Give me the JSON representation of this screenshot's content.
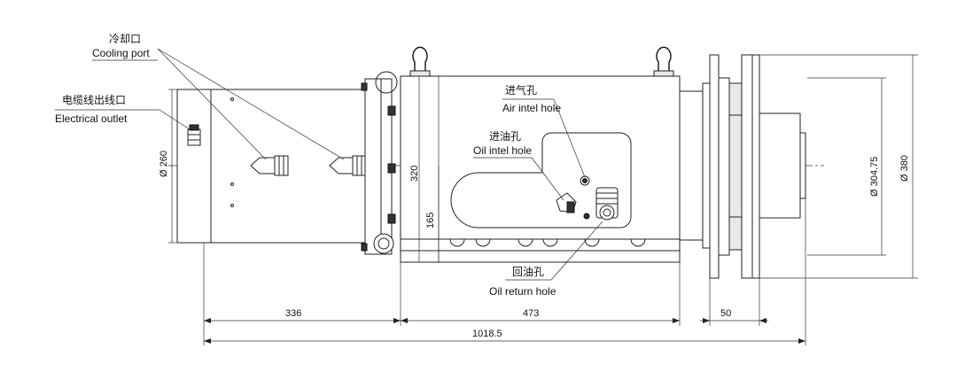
{
  "callouts": {
    "cooling_port_cn": "冷却口",
    "cooling_port_en": "Cooling port",
    "electrical_outlet_cn": "电缆线出线口",
    "electrical_outlet_en": "Electrical outlet",
    "air_inlet_cn": "进气孔",
    "air_inlet_en": "Air intel hole",
    "oil_inlet_cn": "进油孔",
    "oil_inlet_en": "Oil intel hole",
    "oil_return_cn": "回油孔",
    "oil_return_en": "Oil return hole"
  },
  "dimensions": {
    "dia_260": "Ø 260",
    "h_320": "320",
    "h_165": "165",
    "dia_304": "Ø 304.75",
    "dia_380": "Ø 380",
    "len_336": "336",
    "len_473": "473",
    "len_50": "50",
    "len_total": "1018.5"
  },
  "colors": {
    "line": "#222222",
    "background": "#ffffff"
  }
}
